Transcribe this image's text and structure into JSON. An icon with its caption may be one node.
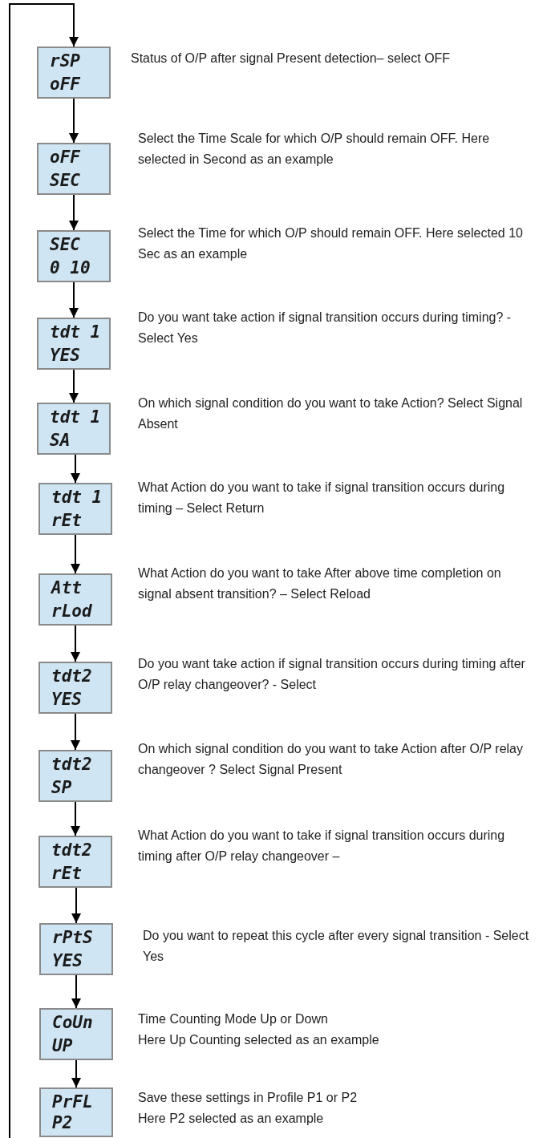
{
  "diagram": {
    "nodes": [
      {
        "text": [
          "rSP",
          "oFF"
        ],
        "beside": [
          "Status of O/P after signal Present detection– select OFF"
        ]
      },
      {
        "text": [
          "oFF",
          "SEC"
        ],
        "beside": [
          "Select the Time Scale for which O/P should remain OFF. Here selected in Second as an example"
        ]
      },
      {
        "text": [
          "SEC",
          "0 10"
        ],
        "beside": [
          "Select the Time for which O/P should remain OFF. Here selected 10 Sec as an example"
        ]
      },
      {
        "text": [
          "tdt 1",
          "YES"
        ],
        "beside": [
          "Do you want take action if signal transition occurs during timing? - Select Yes"
        ]
      },
      {
        "text": [
          "tdt 1",
          "SA"
        ],
        "beside": [
          "On which signal condition do you want to take Action? Select Signal Absent"
        ]
      },
      {
        "text": [
          "tdt 1",
          "rEt"
        ],
        "beside": [
          "What Action do you want to take if signal transition occurs during timing – Select Return"
        ]
      },
      {
        "text": [
          "Att",
          "rLod"
        ],
        "beside": [
          "What Action do you want to take After above time completion on signal absent transition? – Select Reload"
        ]
      },
      {
        "text": [
          "tdt2",
          "YES"
        ],
        "beside": [
          "Do you want take action if signal transition occurs during timing after O/P relay changeover? - Select"
        ]
      },
      {
        "text": [
          "tdt2",
          "SP"
        ],
        "beside": [
          "On which signal condition do you want to take Action after O/P relay changeover ? Select Signal Present"
        ]
      },
      {
        "text": [
          "tdt2",
          "rEt"
        ],
        "beside": [
          "What Action do you want to take if signal transition occurs during timing after O/P relay changeover –"
        ]
      },
      {
        "text": [
          "rPtS",
          "YES"
        ],
        "beside": [
          "Do you want to repeat this cycle after every signal transition - Select Yes"
        ]
      },
      {
        "text": [
          "CoUn",
          "UP"
        ],
        "beside": [
          "Time Counting Mode Up or Down",
          "Here Up Counting selected as an example"
        ]
      },
      {
        "text": [
          "PrFL",
          "P2"
        ],
        "beside": [
          "Save these settings in Profile P1 or P2",
          "Here P2 selected as an example"
        ]
      }
    ],
    "edges": [
      {
        "from": null,
        "to": 0,
        "arrow": "to"
      },
      {
        "from": 0,
        "to": 1,
        "arrow": "to"
      },
      {
        "from": 1,
        "to": 2,
        "arrow": "to"
      },
      {
        "from": 2,
        "to": 3,
        "arrow": "to"
      },
      {
        "from": 3,
        "to": 4,
        "arrow": "to"
      },
      {
        "from": 4,
        "to": 5,
        "arrow": "to"
      },
      {
        "from": 5,
        "to": 6,
        "arrow": "to"
      },
      {
        "from": 6,
        "to": 7,
        "arrow": "to"
      },
      {
        "from": 7,
        "to": 8,
        "arrow": "to"
      },
      {
        "from": 8,
        "to": 9,
        "arrow": "to"
      },
      {
        "from": 9,
        "to": 10,
        "arrow": "to"
      },
      {
        "from": 10,
        "to": 11,
        "arrow": "to"
      },
      {
        "from": 11,
        "to": 12,
        "arrow": "to"
      }
    ]
  }
}
